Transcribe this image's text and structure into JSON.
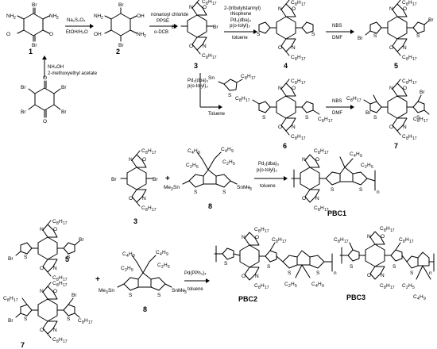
{
  "compounds": {
    "c1": "1",
    "c2": "2",
    "c3": "3",
    "c3b": "3",
    "c4": "4",
    "c5": "5",
    "c5b": "5",
    "c6": "6",
    "c7": "7",
    "c7b": "7",
    "c8": "8",
    "c8b": "8",
    "pbc1": "PBC1",
    "pbc2": "PBC2",
    "pbc3": "PBC3"
  },
  "atoms": {
    "Br": "Br",
    "NH2": "NH",
    "two": "2",
    "OH": "OH",
    "O": "O",
    "N": "N",
    "S": "S",
    "C8H17": "C",
    "C8": "8",
    "H17": "H",
    "seventeen": "17",
    "C4H9": "C",
    "four": "4",
    "H9": "H",
    "nine": "9",
    "C2H5": "C",
    "C2": "2",
    "H5": "H",
    "five": "5",
    "Me3Sn": "Me",
    "three": "3",
    "Sn": "Sn",
    "SnMe3": "SnMe",
    "n": "n"
  },
  "conditions": {
    "r1_top": "Na₂S₂O₄",
    "r1_bottom": "EtOH/H₂O",
    "r2_top1": "nonanoyl chloride",
    "r2_top2": "PPSE",
    "r2_bottom": "o-DCB",
    "r3_line1": "2-(tributylstannyl)",
    "r3_line2": "thiophene",
    "r3_line3": "Pd₂(dba)₃",
    "r3_line4": "p(o-tolyl)₃",
    "r3_line5": "toluene",
    "nbs": "NBS",
    "dmf": "DMF",
    "r4_line1": "Pd₂(dba)₃",
    "r4_line2": "p(o-tolyl)₃",
    "r4_line3": "Toluene",
    "r0_line1": "NH₄OH",
    "r0_line2": "2-methoxyethyl acetate",
    "r5_line1": "Pd₂(dba)₃",
    "r5_line2": "p(o-tolyl)₃",
    "r5_line3": "toluene",
    "r6_line1": "Pd(PPh₃)₄",
    "r6_line2": "toluene"
  },
  "signs": {
    "plus": "+"
  }
}
